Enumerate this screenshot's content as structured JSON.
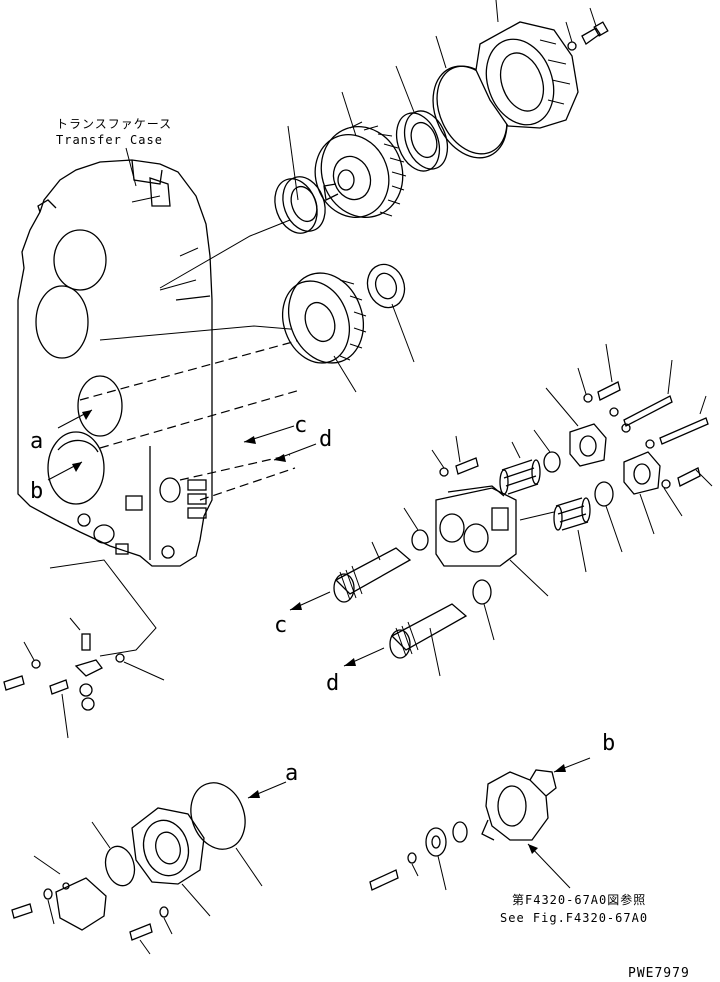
{
  "title_block": {
    "name_jp": "トランスファケース",
    "name_en": "Transfer Case"
  },
  "flow_labels": {
    "a": "a",
    "b": "b",
    "c": "c",
    "d": "d"
  },
  "reference_note": {
    "line_jp": "第F4320-67A0図参照",
    "line_en": "See Fig.F4320-67A0"
  },
  "drawing_number": "PWE7979"
}
